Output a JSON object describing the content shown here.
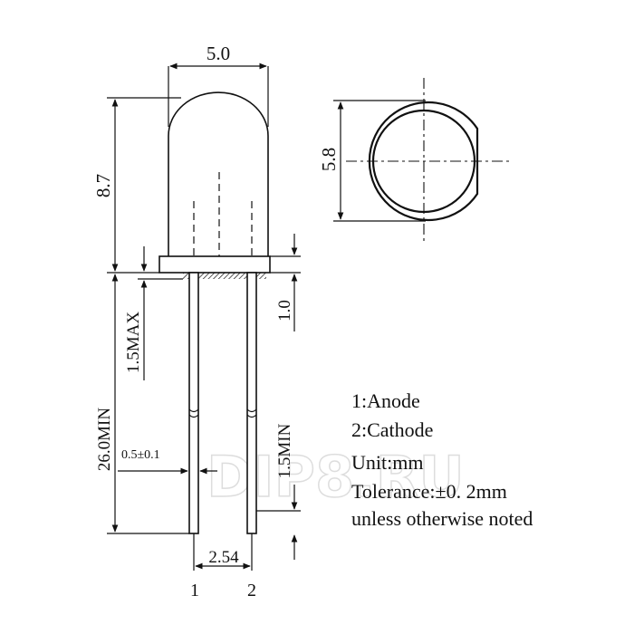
{
  "dimensions": {
    "body_width": "5.0",
    "body_height": "8.7",
    "flange_diameter": "5.8",
    "flange_height": "1.0",
    "lead_bend_max": "1.5MAX",
    "lead_length_min": "26.0MIN",
    "lead_width": "0.5±0.1",
    "lead_spacing": "2.54",
    "lead_offset_min": "1.5MIN"
  },
  "pins": {
    "pin1": "1",
    "pin2": "2"
  },
  "notes": {
    "anode": "1:Anode",
    "cathode": "2:Cathode",
    "unit": "Unit:mm",
    "tolerance": "Tolerance:±0. 2mm",
    "unless": "unless otherwise noted"
  },
  "watermark": "DIP8.RU",
  "colors": {
    "line": "#111111",
    "watermark": "#dddddd"
  }
}
